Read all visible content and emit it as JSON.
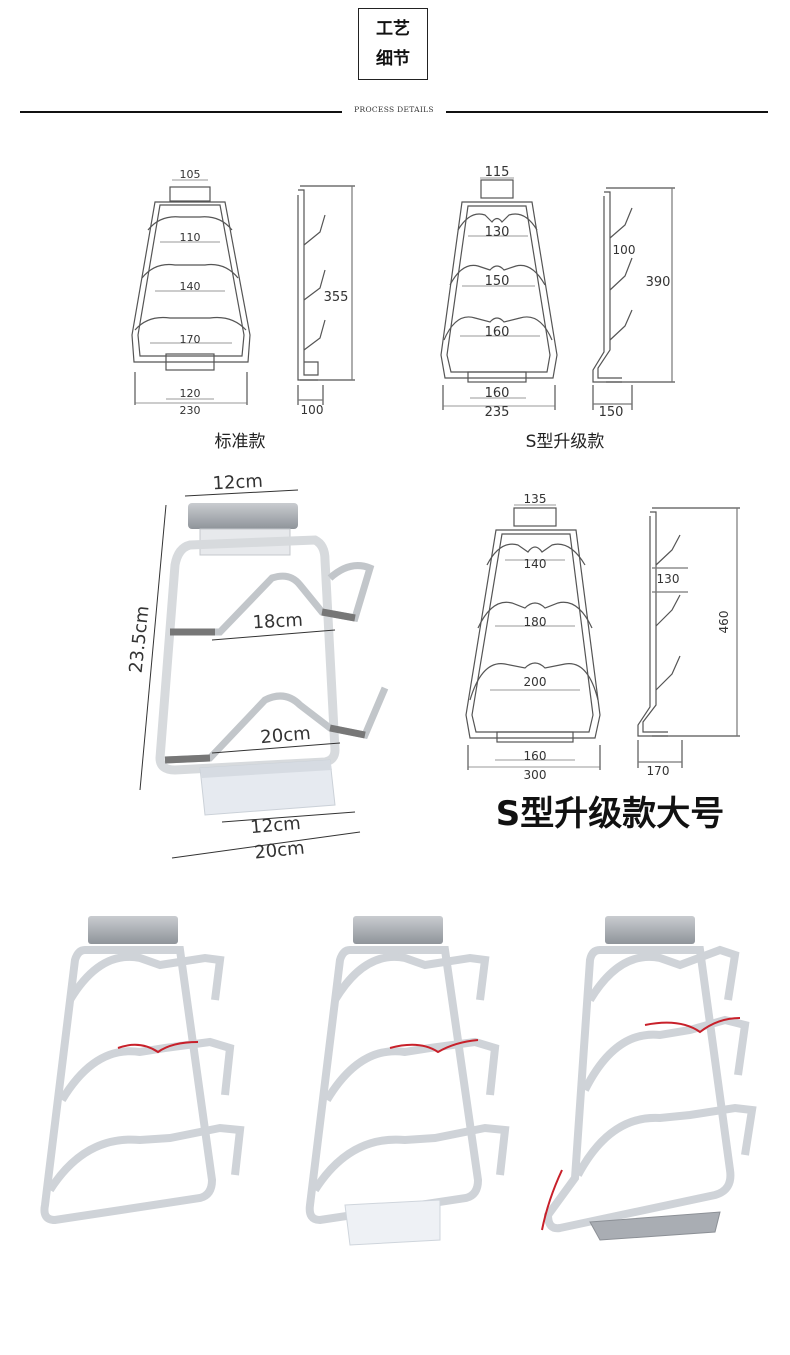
{
  "header": {
    "title_line1": "工艺",
    "title_line2": "细节",
    "subtitle": "PROCESS DETAILS"
  },
  "standard": {
    "caption": "标准款",
    "dims": {
      "top": "105",
      "r1": "110",
      "r2": "140",
      "r3": "170",
      "tray": "120",
      "base": "230",
      "height": "355",
      "depth": "100"
    }
  },
  "s_upgrade": {
    "caption": "S型升级款",
    "dims": {
      "top": "115",
      "r1": "130",
      "r2": "150",
      "r3": "160",
      "tray": "160",
      "base": "235",
      "height": "390",
      "side_top": "100",
      "depth": "150"
    }
  },
  "photo_dims": {
    "top": "12cm",
    "height": "23.5cm",
    "mid": "18cm",
    "low": "20cm",
    "tray": "12cm",
    "base": "20cm"
  },
  "s_large": {
    "caption": "S型升级款大号",
    "dims": {
      "top": "135",
      "r1": "140",
      "r2": "180",
      "r3": "200",
      "tray": "160",
      "base": "300",
      "height": "460",
      "side": "130",
      "depth": "170"
    }
  },
  "colors": {
    "line": "#555555",
    "frame": "#cfd3d8",
    "highlight": "#c8202a"
  }
}
